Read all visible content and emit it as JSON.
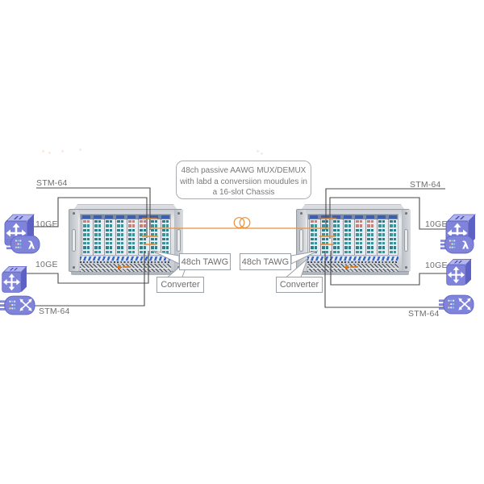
{
  "note": {
    "line1": "48ch passive AAWG MUX/DEMUX",
    "line2": "with labd a conversiion moudules in",
    "line3": "a 16-slot Chassis"
  },
  "callouts": {
    "tawg_left": "48ch TAWG",
    "tawg_right": "48ch TAWG",
    "converter_left": "Converter",
    "converter_right": "Converter"
  },
  "labels": {
    "left_stm64_top": "STM-64",
    "left_ge_1": "10GE",
    "left_ge_2": "10GE",
    "left_stm64_bottom": "STM-64",
    "right_stm64_top": "STM-64",
    "right_ge_1": "10GE",
    "right_ge_2": "10GE",
    "right_stm64_bottom": "STM-64"
  },
  "icons": {
    "router_switch": "router-switch-icon",
    "transponder": "lambda-transponder-icon",
    "optical_mux": "optical-mux-icon",
    "fiber_coil": "fiber-coil-icon"
  },
  "colors": {
    "fiber_orange": "#E8913A",
    "line_gray": "#4A4A4A",
    "icon_purple": "#7F83D9",
    "icon_purple_dark": "#5D61C4",
    "icon_purple_light": "#B3B6EC",
    "port_teal": "#2E7F87",
    "port_teal_light": "#3E929B",
    "port_red": "#C4827B",
    "tab_blue": "#3A5FB0",
    "logo_orange": "#E07820",
    "border_gray": "#9AA0A8",
    "text_gray": "#6E6E6E"
  }
}
